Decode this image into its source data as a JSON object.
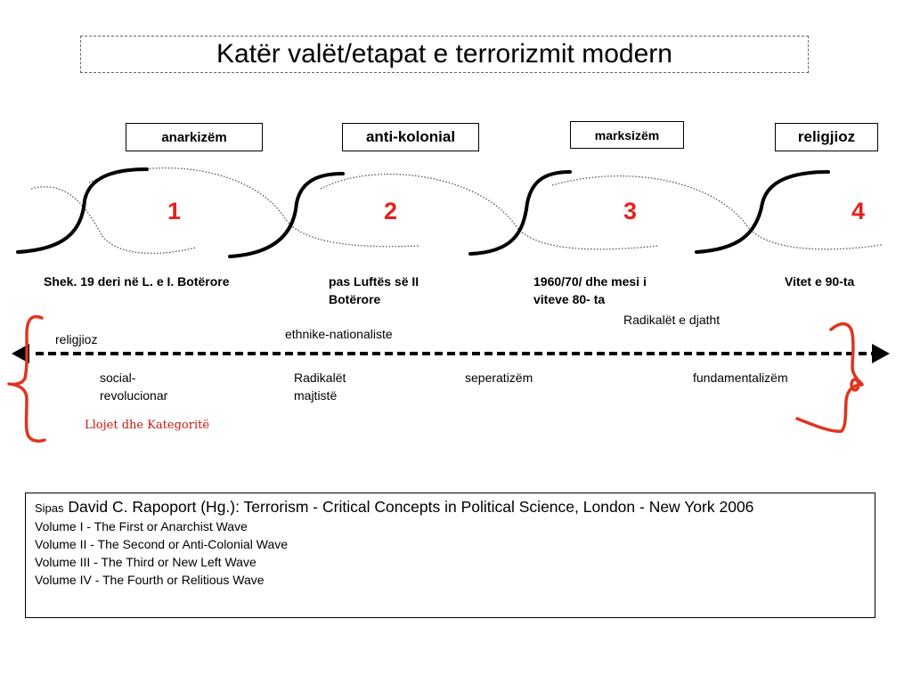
{
  "title": "Katër valët/etapat e terrorizmit modern",
  "waves": [
    {
      "label": "anarkizëm",
      "number": "1",
      "period": "Shek. 19 deri në L. e I. Botërore"
    },
    {
      "label": "anti-kolonial",
      "number": "2",
      "period": "pas Luftës së II Botërore"
    },
    {
      "label": "marksizëm",
      "number": "3",
      "period": "1960/70/ dhe mesi i viteve 80- ta"
    },
    {
      "label": "religjioz",
      "number": "4",
      "period": "Vitet e 90-ta"
    }
  ],
  "categories": {
    "above": [
      "religjioz",
      "ethnike-nationaliste",
      "Radikalët e djatht"
    ],
    "below": [
      "social- revolucionar",
      "Radikalët majtistë",
      "seperatizëm",
      "fundamentalizëm"
    ]
  },
  "handwritten_label": "Llojet dhe Kategoritë",
  "note": {
    "prefix": "Sipas",
    "citation": "David C. Rapoport (Hg.): Terrorism - Critical Concepts in Political Science, London - New York 2006",
    "volumes": [
      "Volume I    - The First or Anarchist Wave",
      "Volume II   - The Second or Anti-Colonial Wave",
      "Volume III  - The Third or New Left Wave",
      "Volume IV  - The Fourth or Relitious Wave"
    ]
  },
  "colors": {
    "accent": "#e8201a",
    "ink": "#000000",
    "pen": "#e0341c"
  }
}
